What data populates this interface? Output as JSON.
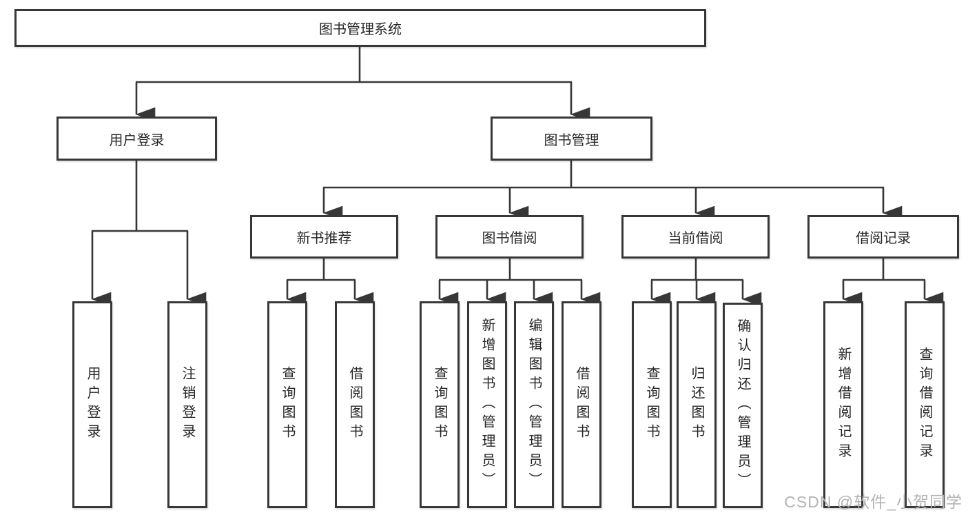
{
  "tree": {
    "label": "图书管理系统",
    "children": [
      {
        "label": "用户登录",
        "children": [
          {
            "label": "用户登录"
          },
          {
            "label": "注销登录"
          }
        ]
      },
      {
        "label": "图书管理",
        "children": [
          {
            "label": "新书推荐",
            "children": [
              {
                "label": "查询图书"
              },
              {
                "label": "借阅图书"
              }
            ]
          },
          {
            "label": "图书借阅",
            "children": [
              {
                "label": "查询图书"
              },
              {
                "label": "新增图书（管理员）"
              },
              {
                "label": "编辑图书（管理员）"
              },
              {
                "label": "借阅图书"
              }
            ]
          },
          {
            "label": "当前借阅",
            "children": [
              {
                "label": "查询图书"
              },
              {
                "label": "归还图书"
              },
              {
                "label": "确认归还（管理员）"
              }
            ]
          },
          {
            "label": "借阅记录",
            "children": [
              {
                "label": "新增借阅记录"
              },
              {
                "label": "查询借阅记录"
              }
            ]
          }
        ]
      }
    ]
  },
  "watermark": "CSDN @软件_小贺同学",
  "colors": {
    "line": "#373737",
    "text": "#262626",
    "watermark": "#b3b3b3",
    "background": "#ffffff"
  }
}
